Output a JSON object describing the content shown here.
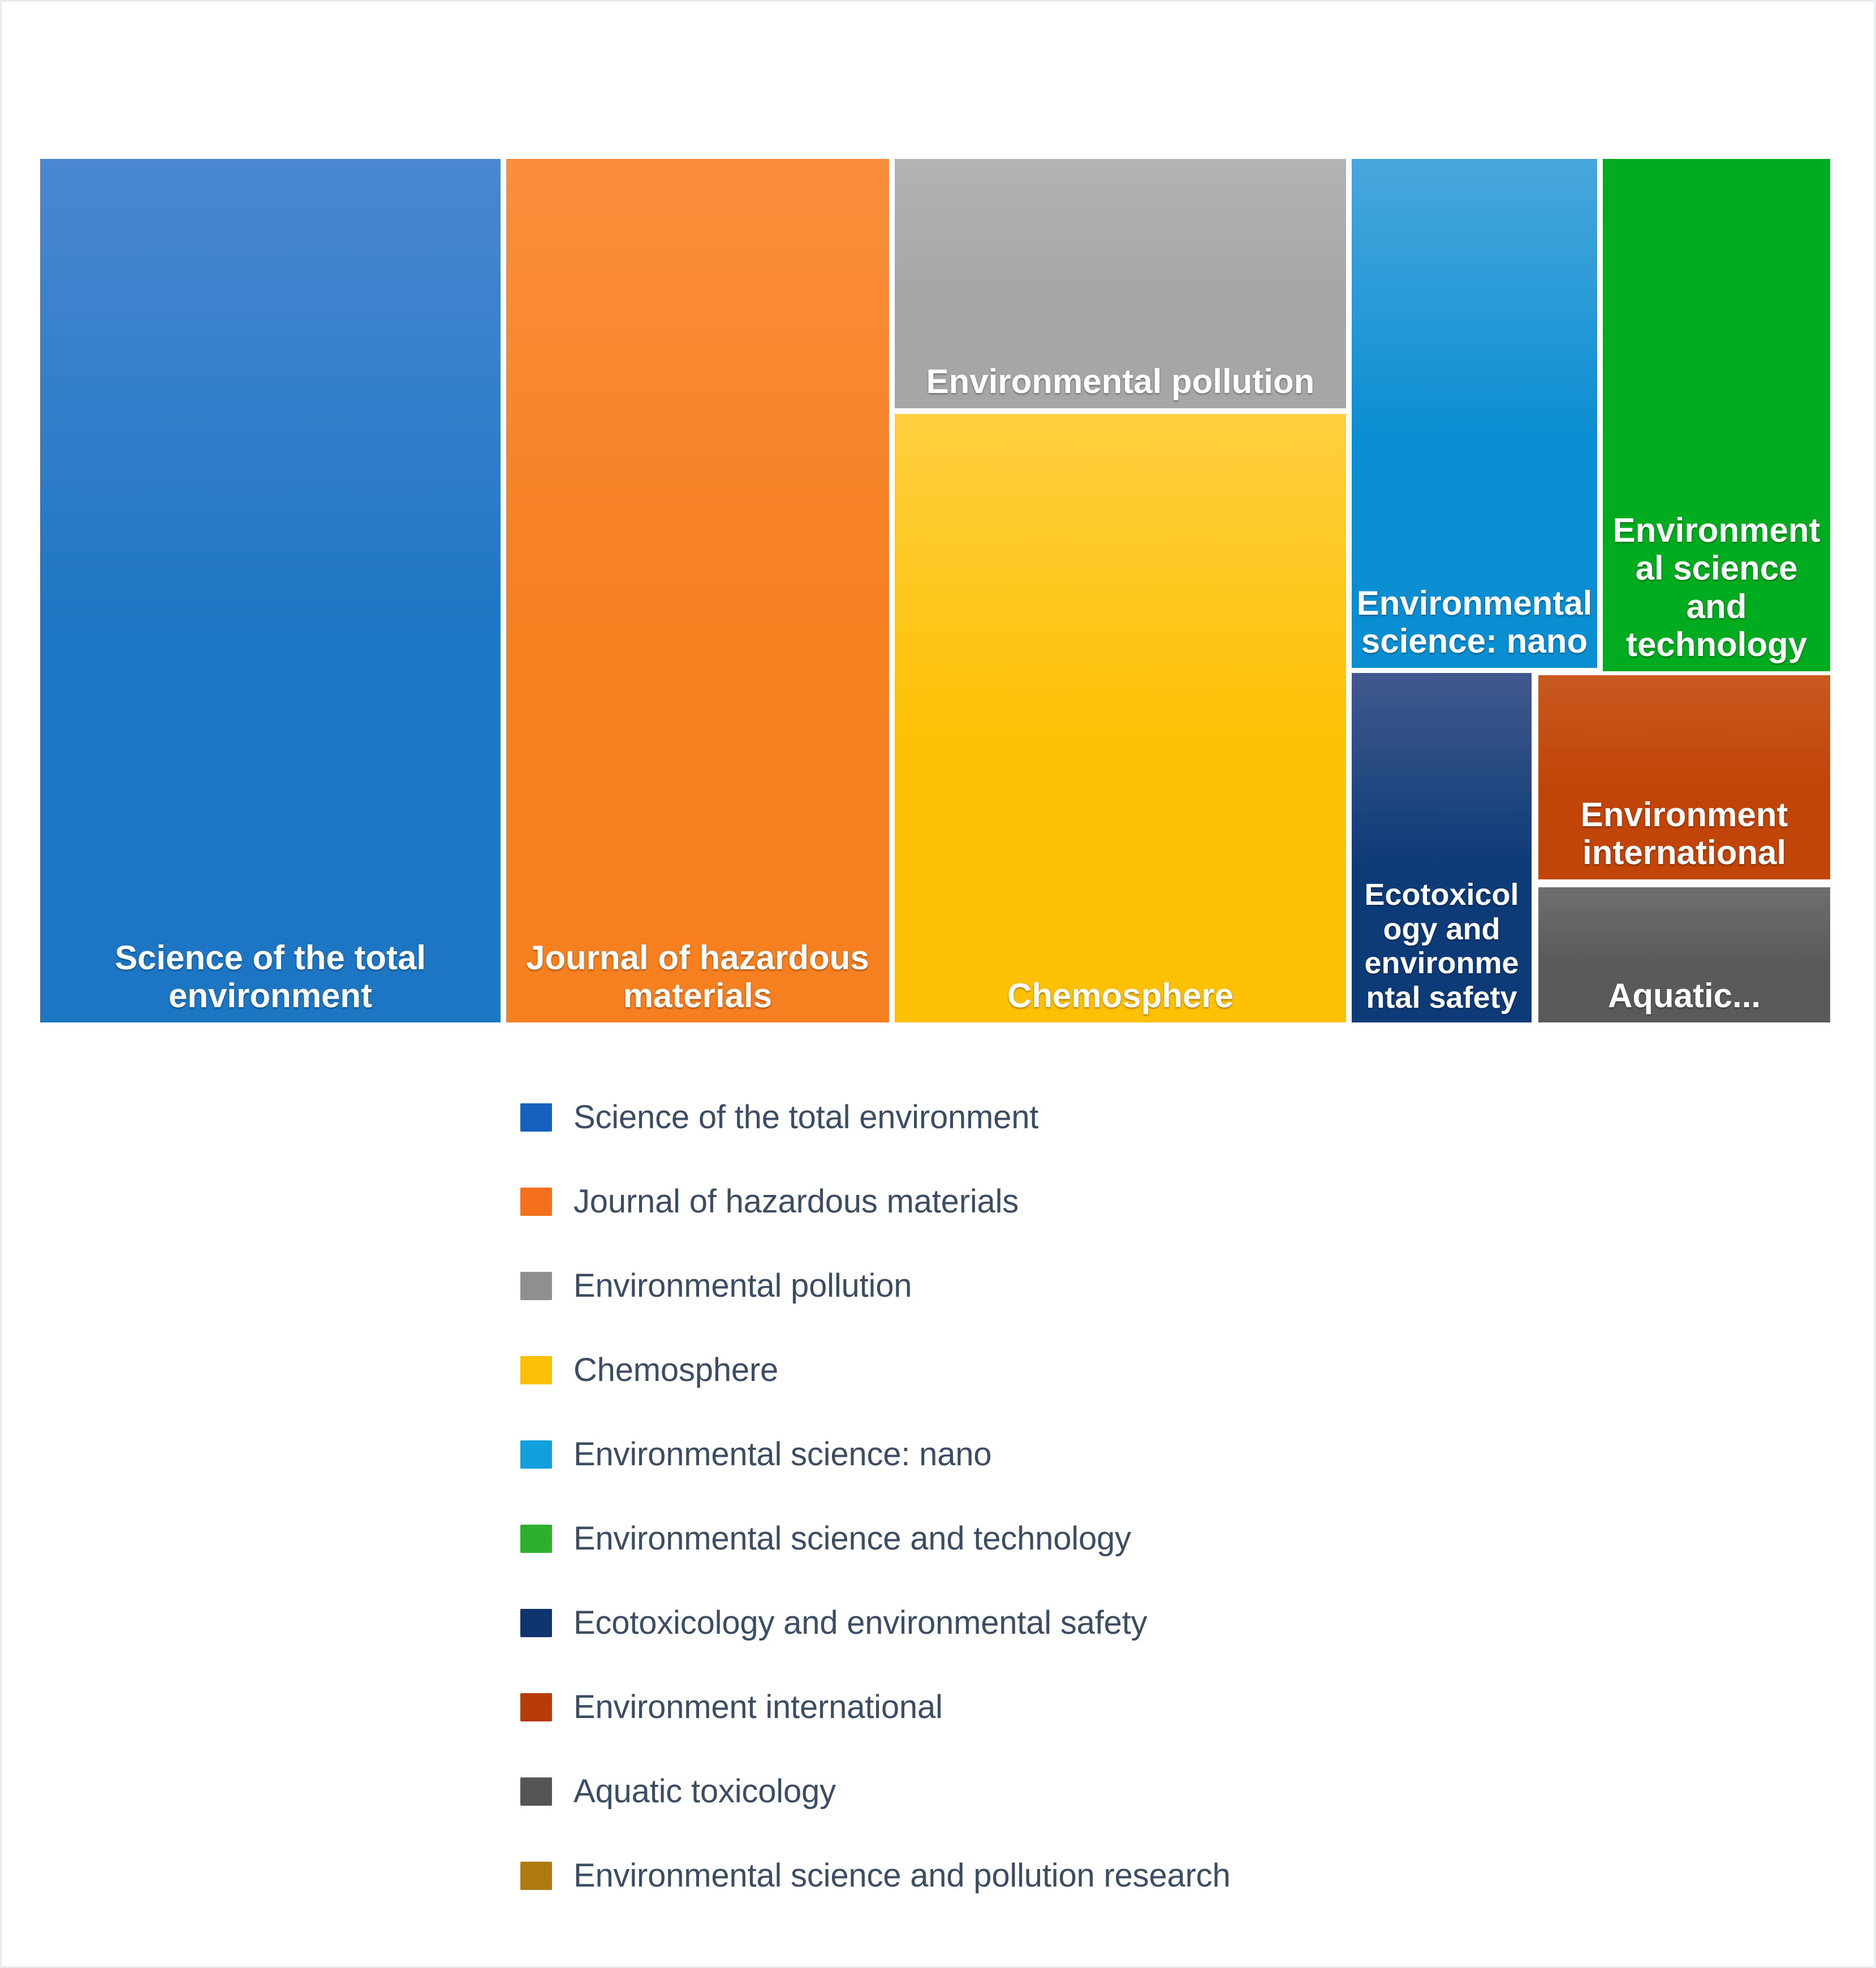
{
  "chart_data": {
    "type": "treemap",
    "title": "",
    "subtitle": "",
    "xlabel": "",
    "ylabel": "",
    "grid": false,
    "legend_position": "bottom",
    "categories": [
      "Science of the total environment",
      "Journal of hazardous materials",
      "Environmental pollution",
      "Chemosphere",
      "Environmental science: nano",
      "Environmental science and technology",
      "Ecotoxicology and environmental safety",
      "Environment international",
      "Aquatic toxicology",
      "Environmental science and pollution research"
    ],
    "values": [
      25.7,
      23.1,
      14.2,
      12.0,
      8.9,
      8.1,
      4.0,
      2.8,
      1.2,
      0.0
    ],
    "tiles": [
      {
        "key": "science-of-the-total-environment",
        "label": "Science of the total environment",
        "tile_label": "Science of the total environment",
        "color": "#1d76c4",
        "color_top": "#4a87d0",
        "x": 0.0,
        "y": 0.0,
        "w": 25.72,
        "h": 100.0,
        "font_size": 60
      },
      {
        "key": "journal-of-hazardous-materials",
        "label": "Journal of hazardous materials",
        "tile_label": "Journal of hazardous materials",
        "color": "#f67f20",
        "color_top": "#fb8e3c",
        "x": 26.03,
        "y": 0.0,
        "w": 21.39,
        "h": 100.0,
        "font_size": 60
      },
      {
        "key": "environmental-pollution",
        "label": "Environmental pollution",
        "tile_label": "Environmental pollution",
        "color": "#a6a6a6",
        "color_top": "#b3b3b3",
        "x": 47.74,
        "y": 0.0,
        "w": 25.21,
        "h": 28.88,
        "font_size": 60
      },
      {
        "key": "chemosphere",
        "label": "Chemosphere",
        "tile_label": "Chemosphere",
        "color": "#fdc003",
        "color_top": "#ffcf3e",
        "x": 47.74,
        "y": 29.53,
        "w": 25.21,
        "h": 70.47,
        "font_size": 60
      },
      {
        "key": "environmental-science-nano",
        "label": "Environmental science: nano",
        "tile_label": "Environmental science: nano",
        "color": "#0a8ed2",
        "color_top": "#49a7dc",
        "x": 73.27,
        "y": 0.0,
        "w": 13.71,
        "h": 58.94,
        "font_size": 60
      },
      {
        "key": "environmental-science-and-technology",
        "label": "Environmental science and technology",
        "tile_label": "Environmental science and technology",
        "color": "#00ac1f",
        "color_top": "#5bb martins",
        "x": 87.3,
        "y": 0.0,
        "w": 12.7,
        "h": 59.33,
        "font_size": 60
      },
      {
        "key": "ecotoxicology-and-environmental-safety",
        "label": "Ecotoxicology and environmental safety",
        "tile_label": "Ecotoxicology and environmental safety",
        "color": "#0d3b78",
        "color_top": "#41598d",
        "x": 73.27,
        "y": 59.53,
        "w": 10.05,
        "h": 40.47,
        "font_size": 54
      },
      {
        "key": "environment-international",
        "label": "Environment international",
        "tile_label": "Environment international",
        "color": "#c14408",
        "color_top": "#c8591f",
        "x": 83.7,
        "y": 59.79,
        "w": 16.3,
        "h": 23.64,
        "font_size": 60
      },
      {
        "key": "aquatic-toxicology",
        "label": "Aquatic toxicology",
        "tile_label": "Aquatic...",
        "color": "#5a5a5a",
        "color_top": "#6e6e6e",
        "x": 83.7,
        "y": 84.35,
        "w": 16.3,
        "h": 15.65,
        "font_size": 60
      }
    ],
    "legend": [
      {
        "label": "Science of the total environment",
        "color": "#1561c0"
      },
      {
        "label": "Journal of hazardous materials",
        "color": "#f4701c"
      },
      {
        "label": "Environmental pollution",
        "color": "#8f8f8f"
      },
      {
        "label": "Chemosphere",
        "color": "#fcbf06"
      },
      {
        "label": "Environmental science: nano",
        "color": "#139fdc"
      },
      {
        "label": "Environmental science and technology",
        "color": "#2eb02e"
      },
      {
        "label": "Ecotoxicology and environmental safety",
        "color": "#10356e"
      },
      {
        "label": "Environment international",
        "color": "#b73b07"
      },
      {
        "label": "Aquatic toxicology",
        "color": "#555555"
      },
      {
        "label": "Environmental science and pollution research",
        "color": "#ad7910"
      }
    ]
  }
}
